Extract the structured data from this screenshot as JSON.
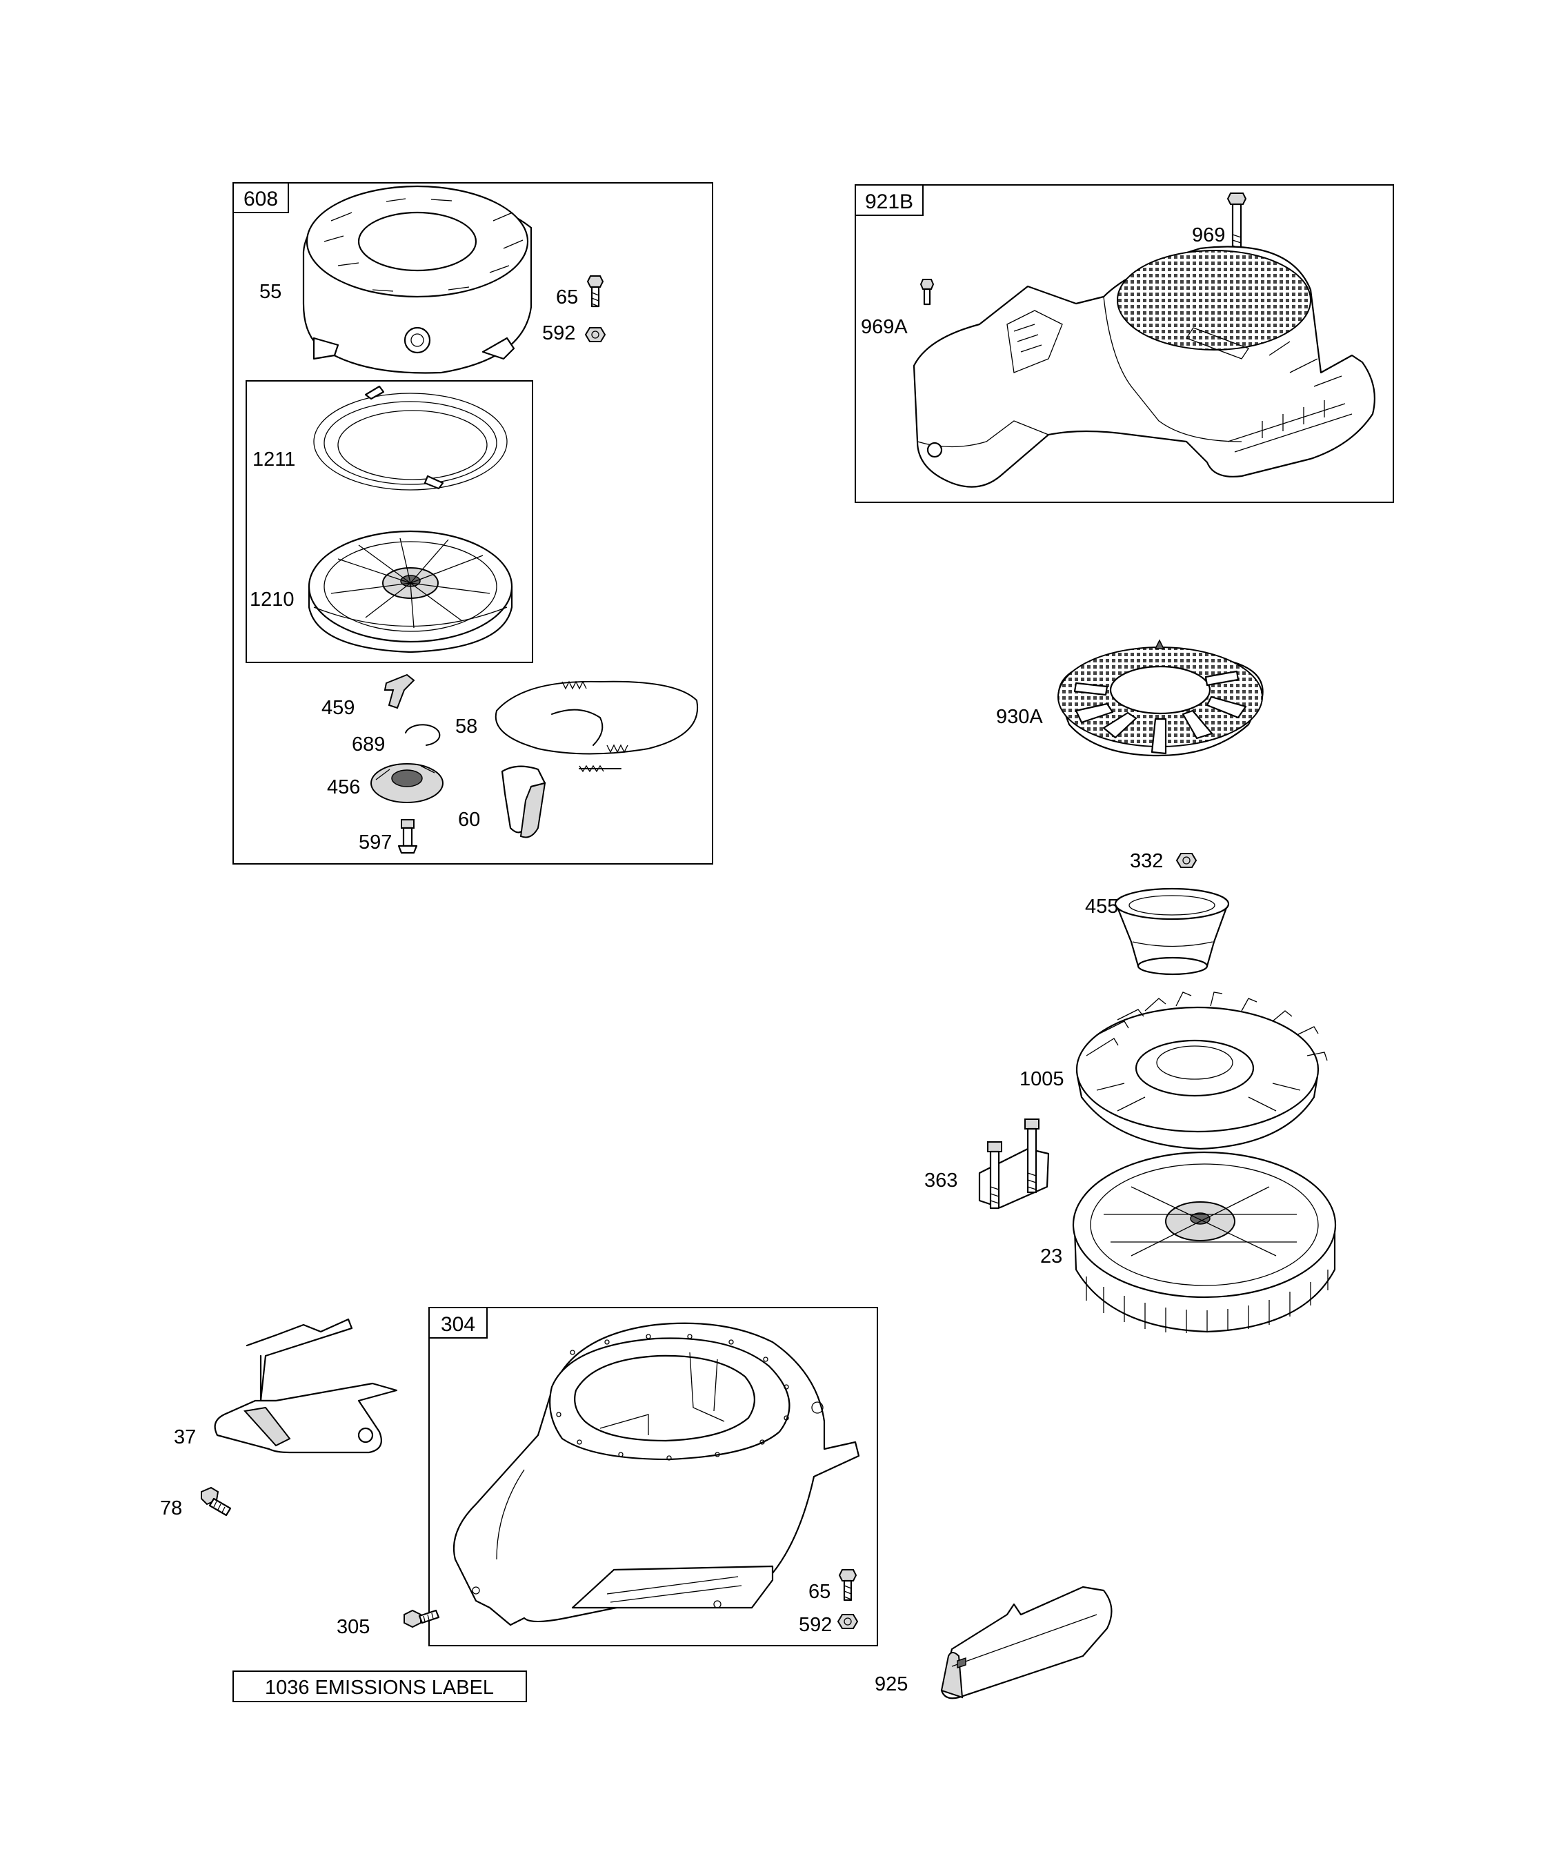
{
  "groups": {
    "g608": "608",
    "g921b": "921B",
    "g304": "304"
  },
  "labels": {
    "p55": "55",
    "p65a": "65",
    "p592a": "592",
    "p1211": "1211",
    "p1210": "1210",
    "p459": "459",
    "p58": "58",
    "p689": "689",
    "p456": "456",
    "p60": "60",
    "p597": "597",
    "p969": "969",
    "p969a": "969A",
    "p930a": "930A",
    "p332": "332",
    "p455": "455",
    "p1005": "1005",
    "p363": "363",
    "p23": "23",
    "p37": "37",
    "p78": "78",
    "p305": "305",
    "p65b": "65",
    "p592b": "592",
    "p925": "925"
  },
  "note": "1036 EMISSIONS LABEL"
}
